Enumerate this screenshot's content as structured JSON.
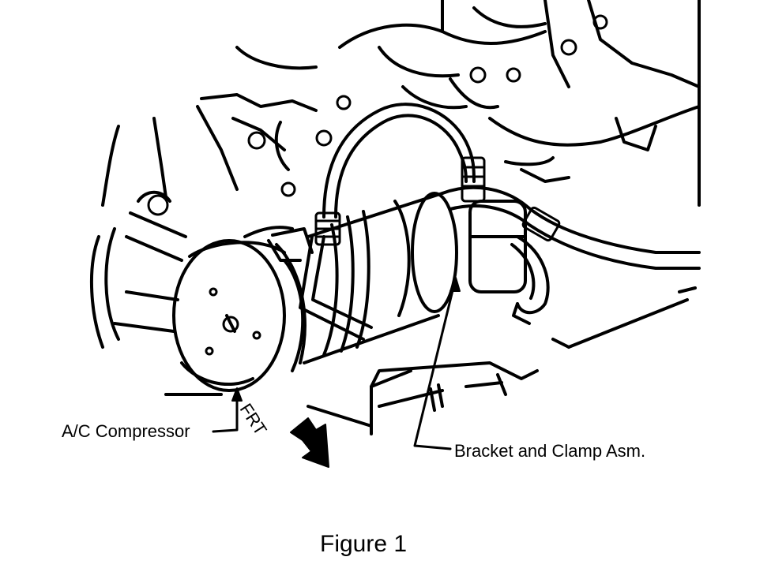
{
  "figure": {
    "callouts": {
      "compressor": "A/C Compressor",
      "bracket": "Bracket and Clamp Asm.",
      "front": "FRT"
    },
    "caption": "Figure 1"
  },
  "colors": {
    "ink": "#000000",
    "paper": "#ffffff"
  }
}
